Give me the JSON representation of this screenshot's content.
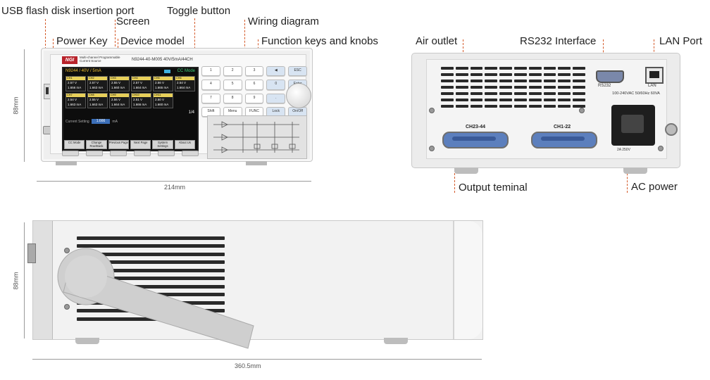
{
  "callouts": {
    "usb": "USB flash disk insertion port",
    "screen": "Screen",
    "toggle": "Toggle button",
    "wiring": "Wiring diagram",
    "power_key": "Power Key",
    "device_model": "Device model",
    "function_keys": "Function keys and knobs",
    "air_outlet": "Air outlet",
    "rs232": "RS232 Interface",
    "lan": "LAN Port",
    "output": "Output teminal",
    "ac_power": "AC power"
  },
  "dimensions": {
    "front_height": "88mm",
    "front_width": "214mm",
    "side_height": "88mm",
    "side_length": "360.5mm"
  },
  "front": {
    "logo": "NGI",
    "logo_sub": "Multi-channel Programmable Current Source",
    "model": "N9244-40-M005  40V/5mA/44CH",
    "screen_title": "N9244 / 40V / 5mA",
    "screen_mode": "CC Mode",
    "channels": [
      {
        "name": "CH1",
        "state": "ON",
        "volt": "2.57 V",
        "curr": "1.656 mA"
      },
      {
        "name": "CH2",
        "state": "ON",
        "volt": "2.57 V",
        "curr": "1.663 mA"
      },
      {
        "name": "CH3",
        "state": "ON",
        "volt": "2.55 V",
        "curr": "1.660 mA"
      },
      {
        "name": "CH4",
        "state": "ON",
        "volt": "2.57 V",
        "curr": "1.664 mA"
      },
      {
        "name": "CH5",
        "state": "ON",
        "volt": "2.56 V",
        "curr": "1.665 mA"
      },
      {
        "name": "CH6",
        "state": "ON",
        "volt": "2.54 V",
        "curr": "1.664 mA"
      },
      {
        "name": "CH7",
        "state": "ON",
        "volt": "2.54 V",
        "curr": "1.663 mA"
      },
      {
        "name": "CH8",
        "state": "ON",
        "volt": "2.55 V",
        "curr": "1.663 mA"
      },
      {
        "name": "CH9",
        "state": "ON",
        "volt": "2.56 V",
        "curr": "1.664 mA"
      },
      {
        "name": "CH10",
        "state": "ON",
        "volt": "2.51 V",
        "curr": "1.666 mA"
      },
      {
        "name": "CH11",
        "state": "ON",
        "volt": "2.50 V",
        "curr": "1.660 mA"
      }
    ],
    "page": "1/4",
    "current_setting_label": "Current Setting",
    "current_setting_value": "1.666",
    "current_setting_unit": "mA",
    "softkeys": [
      "CC Mode",
      "Change Row/Bank",
      "Previous Page",
      "Next Page",
      "System Settings",
      "About Us"
    ],
    "keys": [
      "1",
      "2",
      "3",
      "◀",
      "ESC",
      "4",
      "5",
      "6",
      "0",
      "Enter",
      "7",
      "8",
      "9",
      ".",
      "+/-",
      "Shift",
      "Menu",
      "FUNC",
      "Lock",
      "On/Off"
    ]
  },
  "rear": {
    "rs232_label": "RS232",
    "lan_label": "LAN",
    "ch_left": "CH23-44",
    "ch_right": "CH1-22",
    "ac_rating": "100-240VAC 50/60Hz 60VA",
    "fuse": "2A 250V"
  },
  "colors": {
    "leader": "#d45a2a",
    "connector": "#5c7fbd",
    "logo": "#b8232b"
  }
}
